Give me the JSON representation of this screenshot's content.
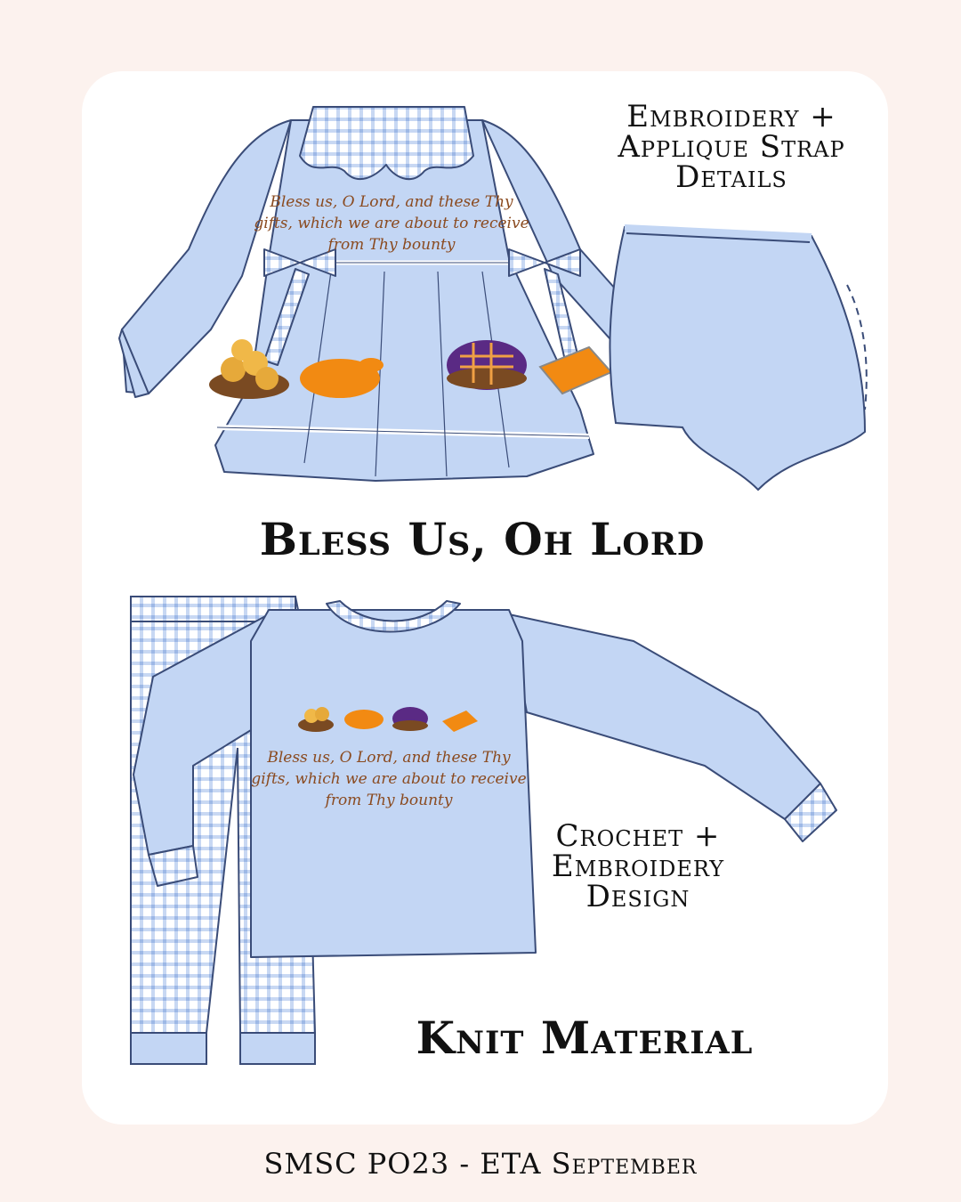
{
  "header": {
    "dress_note_line1": "Embroidery +",
    "dress_note_line2": "Applique Strap",
    "dress_note_line3": "Details",
    "dress_title": "Bless Us, Oh Lord",
    "set_note_line1": "Crochet +",
    "set_note_line2": "Embroidery",
    "set_note_line3": "Design",
    "set_title": "Knit Material"
  },
  "embroidery": {
    "line1": "Bless us, O Lord, and these Thy",
    "line2": "gifts, which we are about to receive",
    "line3": "from Thy bounty"
  },
  "footer": {
    "text": "SMSC PO23 - ETA September"
  },
  "colors": {
    "background": "#fcf2ee",
    "garment_blue": "#c3d6f4",
    "gingham_line": "#9db8e6",
    "outline": "#3a4c78",
    "food_orange": "#f28a12",
    "pie_purple": "#5a2a84",
    "text": "#111111"
  }
}
